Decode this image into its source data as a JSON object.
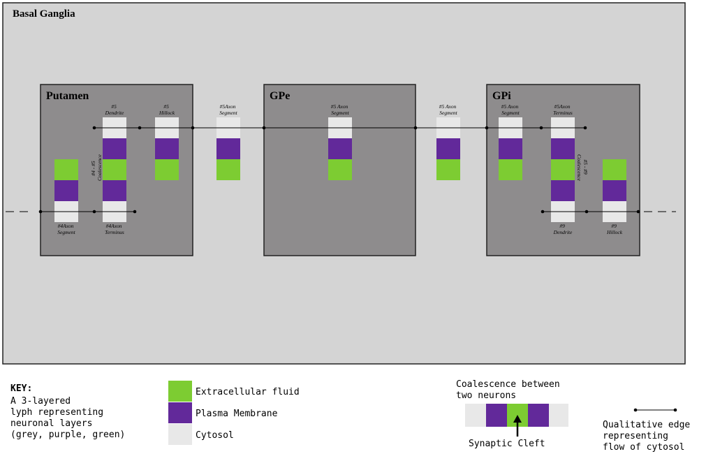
{
  "colors": {
    "extracellular": "#7dcc32",
    "membrane": "#62299a",
    "cytosol": "#e8e8e8",
    "region_bg": "#d4d4d4",
    "box_bg": "#8e8c8d",
    "edge": "#000000"
  },
  "region": {
    "title": "Basal Ganglia"
  },
  "boxes": {
    "putamen": "Putamen",
    "gpe": "GPe",
    "gpi": "GPi"
  },
  "lyph_labels": {
    "p_dendrite": [
      "#5",
      "Dendrite"
    ],
    "p_hillock": [
      "#5",
      "Hillock"
    ],
    "axon5_a": [
      "#5Axon",
      "Segment"
    ],
    "gpe_axon": [
      "#5 Axon",
      "Segment"
    ],
    "axon5_b": [
      "#5 Axon",
      "Segment"
    ],
    "gpi_axon": [
      "#5 Axon",
      "Segment"
    ],
    "gpi_terminus": [
      "#5Axon",
      "Terminus"
    ],
    "p_axon4": [
      "#4Axon",
      "Segment"
    ],
    "p_terminus4": [
      "#4Axon",
      "Terminus"
    ],
    "gpi_dendrite9": [
      "#9",
      "Dendrite"
    ],
    "gpi_hillock9": [
      "#9",
      "Hillock"
    ],
    "coal_45": [
      "#4 - #5",
      "Coalescence"
    ],
    "coal_59": [
      "#5 - #9",
      "Coalescence"
    ]
  },
  "key": {
    "title": "KEY:",
    "desc_lines": [
      "A 3-layered",
      "lyph representing",
      "neuronal layers",
      "(grey, purple, green)"
    ],
    "items": [
      "Extracellular fluid",
      "Plasma Membrane",
      "Cytosol"
    ],
    "coalescence_title_lines": [
      "Coalescence between",
      "two neurons"
    ],
    "synaptic_label": "Synaptic Cleft",
    "edge_label_lines": [
      "Qualitative edge",
      "representing",
      "flow of cytosol"
    ]
  }
}
